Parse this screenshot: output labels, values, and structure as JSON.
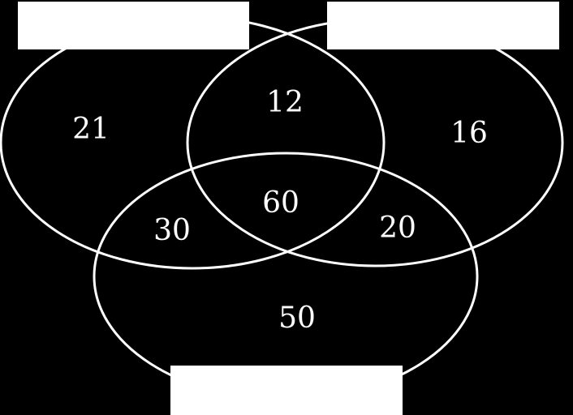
{
  "colors": {
    "background": "#000000",
    "outline": "#ffffff",
    "text": "#ffffff",
    "label_box": "#ffffff"
  },
  "sets": {
    "left": {
      "label": ""
    },
    "right": {
      "label": ""
    },
    "bottom": {
      "label": ""
    }
  },
  "regions": {
    "left_only": "21",
    "right_only": "16",
    "bottom_only": "50",
    "left_right": "12",
    "left_bottom": "30",
    "right_bottom": "20",
    "all_three": "60"
  }
}
